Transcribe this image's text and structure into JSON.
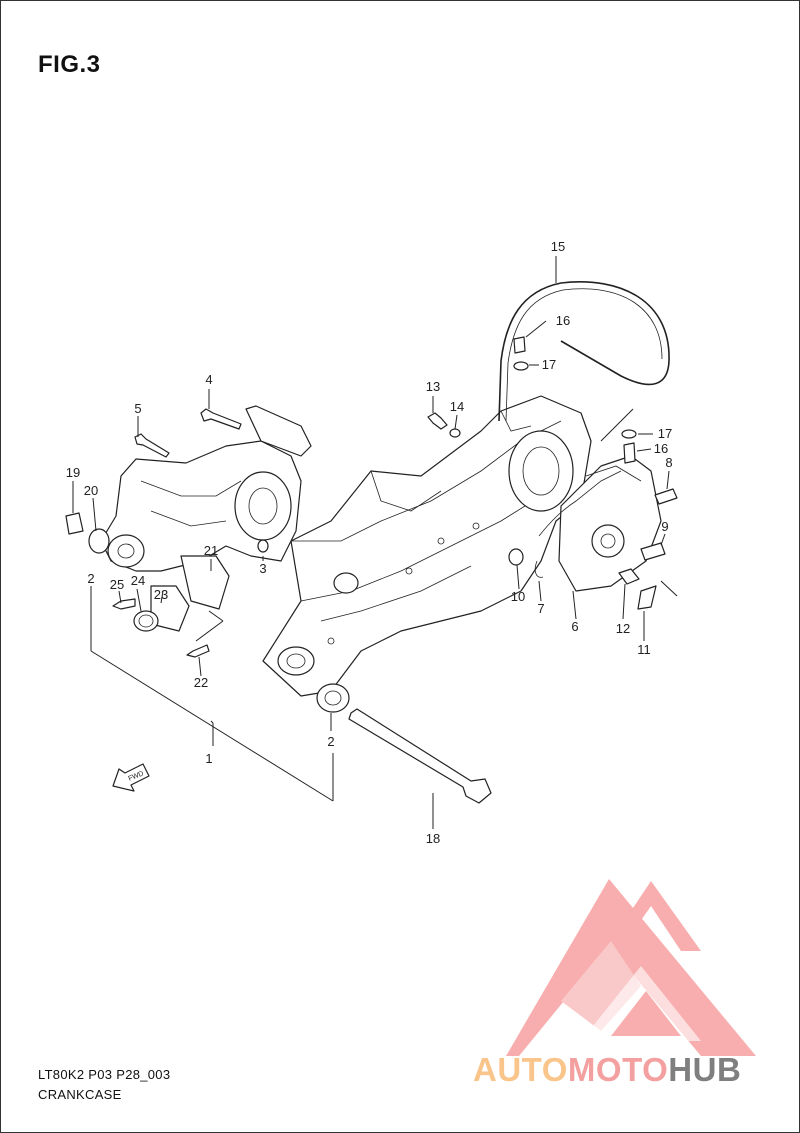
{
  "figure": {
    "title": "FIG.3"
  },
  "callouts": {
    "c1": "1",
    "c2a": "2",
    "c2b": "2",
    "c3": "3",
    "c4": "4",
    "c5": "5",
    "c6": "6",
    "c7": "7",
    "c8": "8",
    "c9": "9",
    "c10": "10",
    "c11": "11",
    "c12": "12",
    "c13": "13",
    "c14": "14",
    "c15": "15",
    "c16a": "16",
    "c16b": "16",
    "c17a": "17",
    "c17b": "17",
    "c18": "18",
    "c19": "19",
    "c20": "20",
    "c21": "21",
    "c22": "22",
    "c23": "23",
    "c24": "24",
    "c25": "25"
  },
  "fwd_arrow": {
    "label": "FWD"
  },
  "footer": {
    "code": "LT80K2 P03 P28_003",
    "caption": "CRANKCASE"
  },
  "watermark": {
    "text_parts": [
      "AUTO",
      "MOTO",
      "HUB"
    ],
    "colors": {
      "auto": "#f9c58a",
      "moto": "#f4a0a0",
      "hub": "#7f7f7f",
      "logo": "#f7a0a0"
    }
  }
}
